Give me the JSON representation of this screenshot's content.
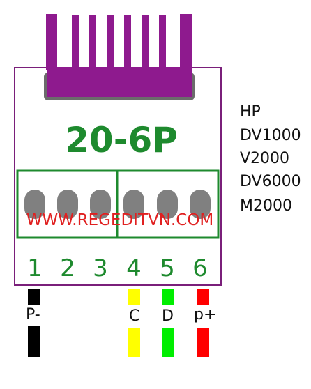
{
  "connector": {
    "label": "20-6P",
    "watermark": "WWW.REGEDITVN.COM",
    "pins": [
      "1",
      "2",
      "3",
      "4",
      "5",
      "6"
    ],
    "colors": {
      "body_fill": "#ffffff",
      "body_border": "#7a1f7a",
      "housing": "#8e1a8e",
      "housing_shadow": "#6b6b6b",
      "text_green": "#1e8a2e",
      "pin_gray": "#808080",
      "watermark_red": "#e02020"
    }
  },
  "models": {
    "lines": [
      "HP",
      "DV1000",
      "V2000",
      "DV6000",
      "M2000"
    ]
  },
  "wires": [
    {
      "label": "P-",
      "color": "#000000"
    },
    {
      "label": "C",
      "color": "#ffff00"
    },
    {
      "label": "D",
      "color": "#00ee00"
    },
    {
      "label": "p+",
      "color": "#ff0000"
    }
  ]
}
